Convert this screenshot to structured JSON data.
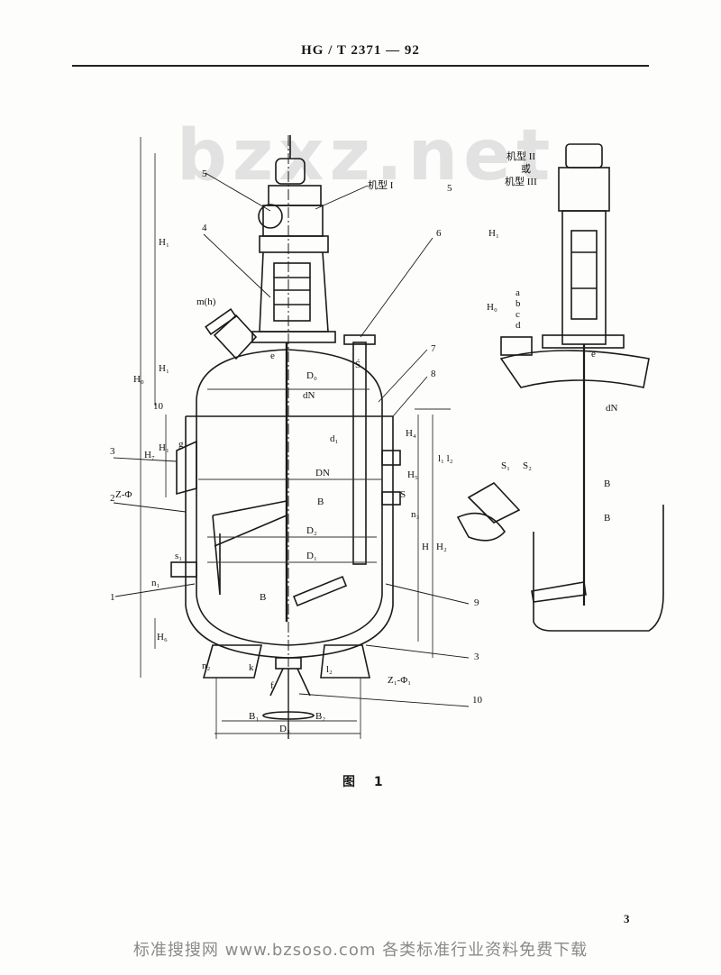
{
  "header": {
    "standard_code": "HG / T 2371 — 92"
  },
  "watermark": {
    "text": "bzxz.net"
  },
  "figure": {
    "caption": "图  1",
    "labels": {
      "model_I": "机型 I",
      "model_II": "机型 II",
      "or": "或",
      "model_III": "机型 III",
      "m_h": "m(h)",
      "part_numbers": [
        "1",
        "2",
        "3",
        "4",
        "5",
        "6",
        "7",
        "8",
        "9",
        "10"
      ],
      "H1": "H₁",
      "H0": "H₀",
      "H2": "H₂",
      "H3": "H₃",
      "H4": "H₄",
      "H5": "H₅",
      "H6": "H₆",
      "H7": "H₇",
      "H": "H",
      "D0": "D₀",
      "D1": "D₁",
      "D2": "D₂",
      "D3": "D₃",
      "DN": "DN",
      "dN": "dN",
      "d1": "d₁",
      "B": "B",
      "B1": "B₁",
      "B2": "B₂",
      "S": "S",
      "S1": "S₁",
      "S2": "S₂",
      "S_": "Ś",
      "n1": "n₁",
      "n2": "n₂",
      "n3": "n₃",
      "s1": "s₁",
      "l1": "l₁",
      "l2": "l₂",
      "l_1l2": "l₁ l₂",
      "e": "e",
      "g": "g",
      "k": "k",
      "f": "f",
      "a": "a",
      "b": "b",
      "c": "c",
      "d": "d",
      "ten": "10",
      "Z_phi": "Z-Φ",
      "Z1_phi1": "Z₁-Φ₁"
    }
  },
  "page_number": "3",
  "footer": {
    "text": "标准搜搜网  www.bzsoso.com  各类标准行业资料免费下载"
  }
}
